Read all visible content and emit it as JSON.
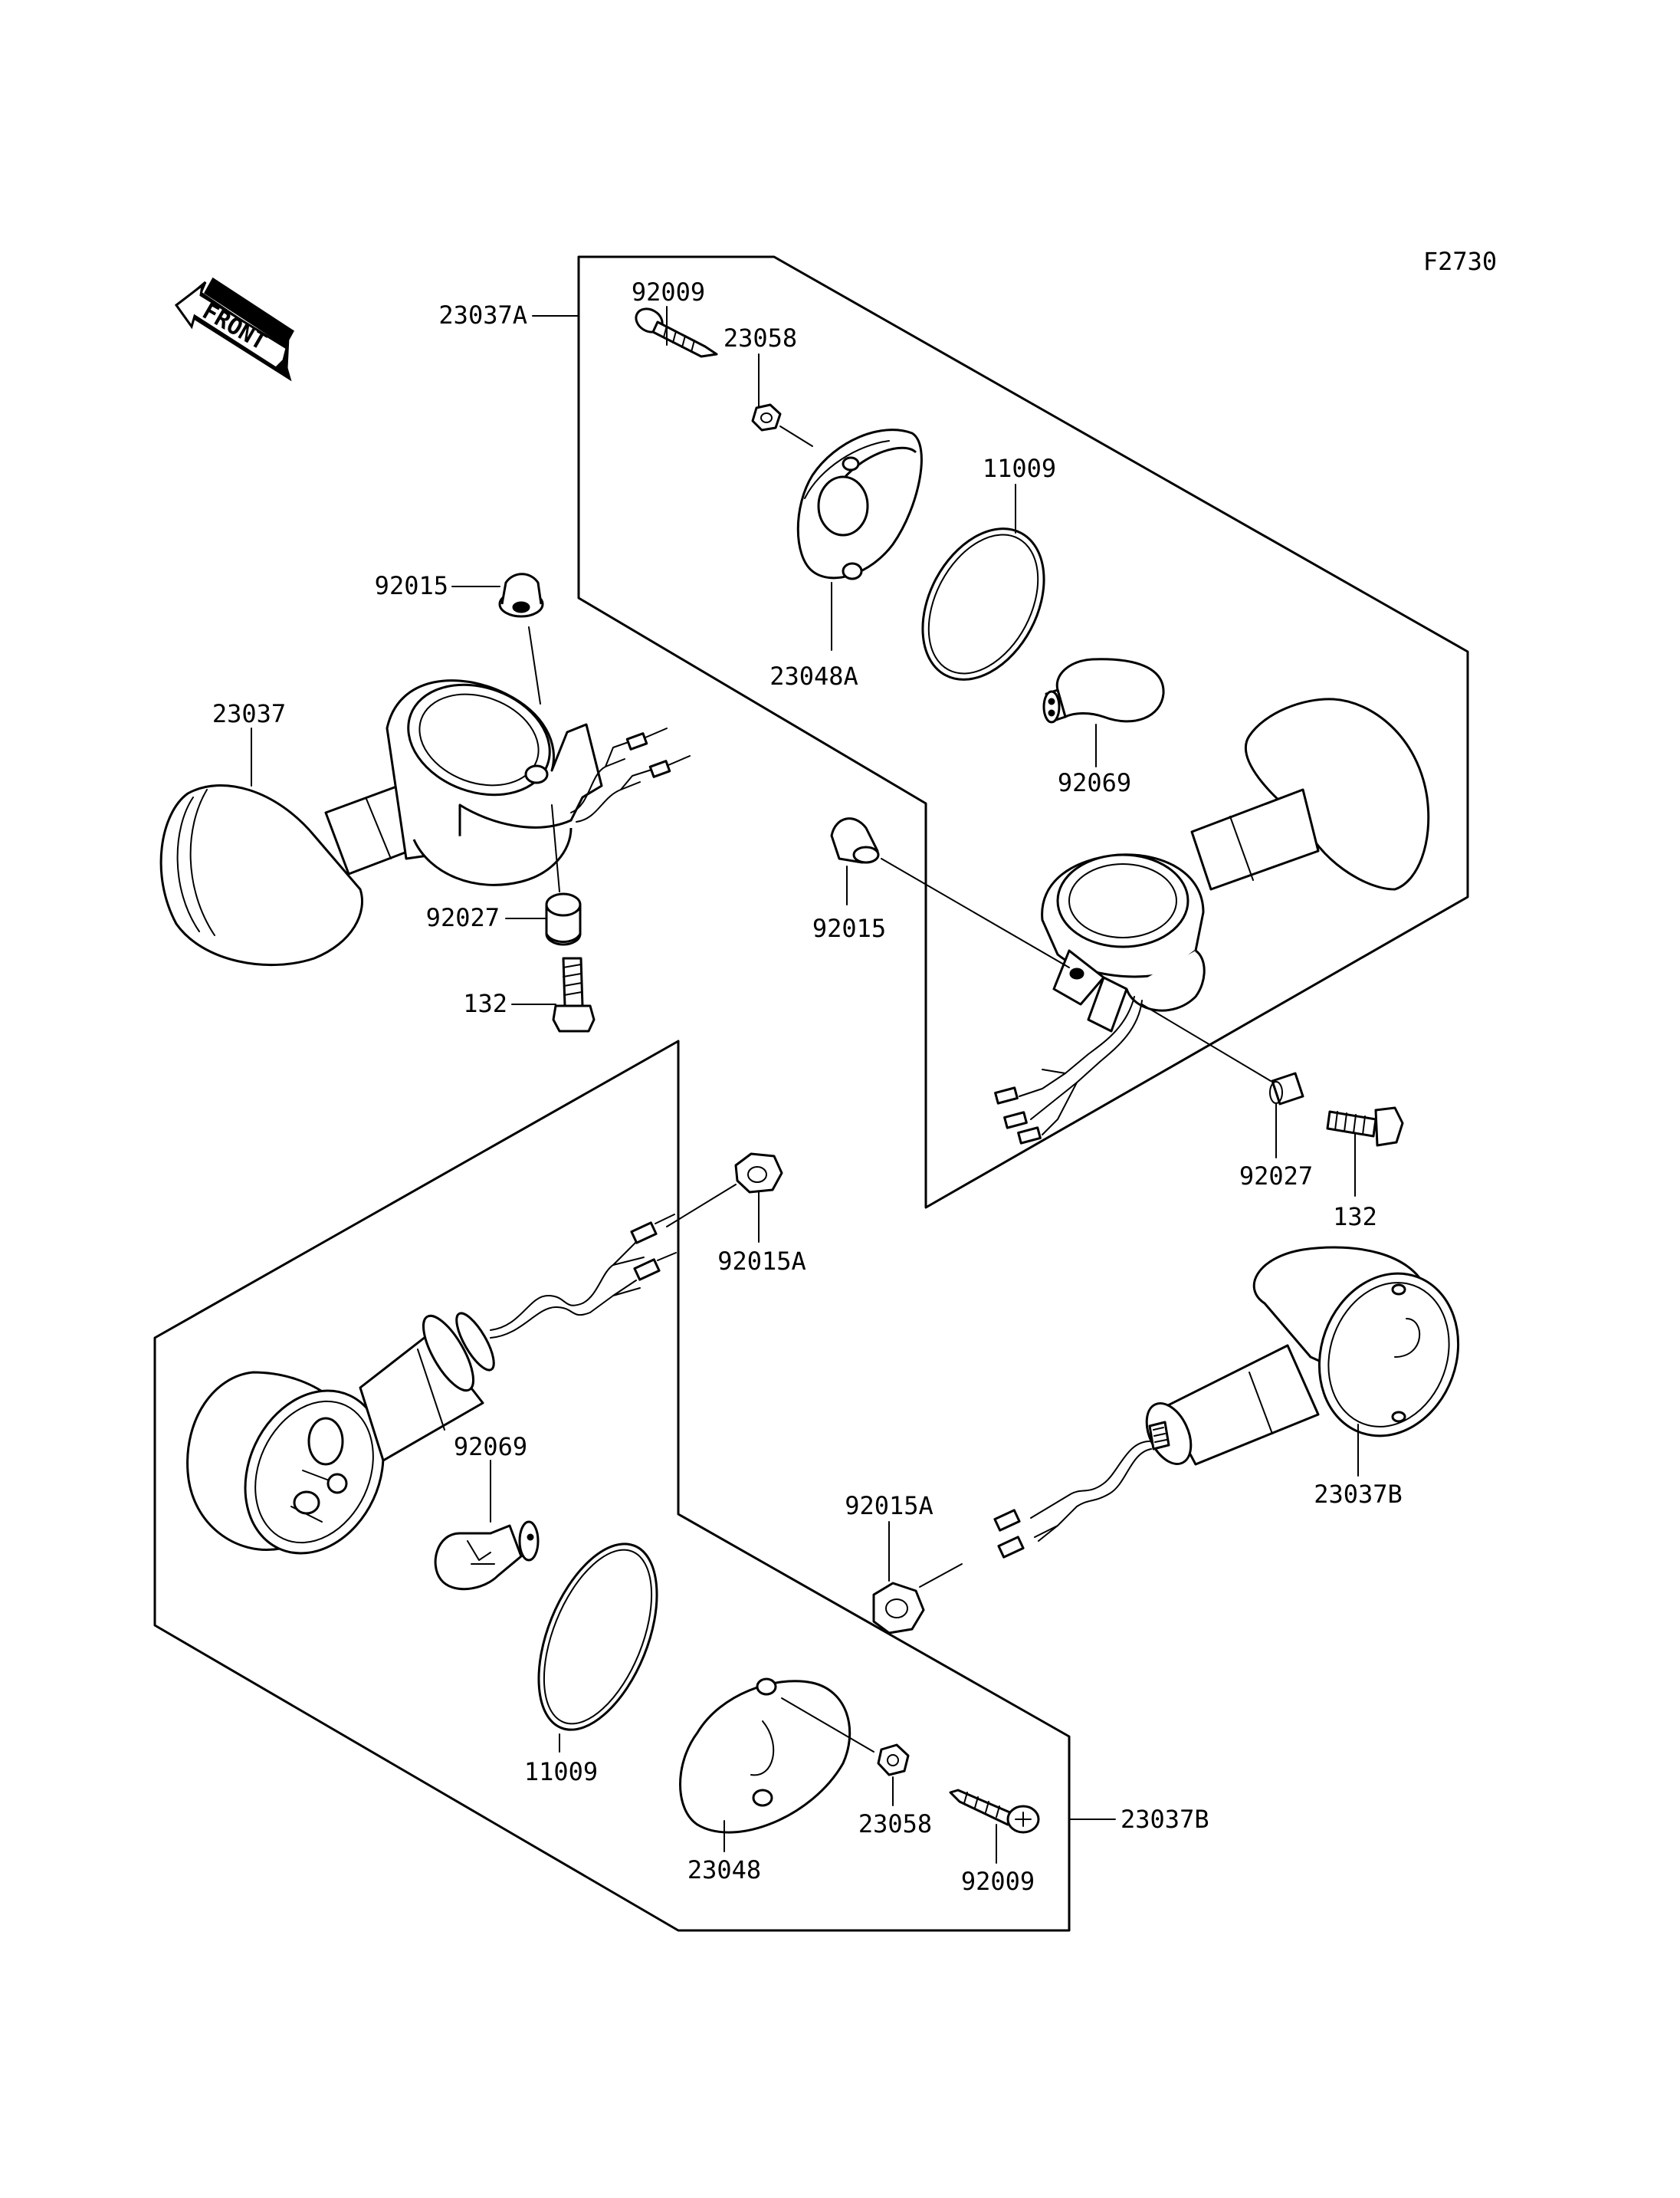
{
  "figure_code": "F2730",
  "front_label": "FRONT",
  "callouts": [
    {
      "id": "c1",
      "text": "23037A"
    },
    {
      "id": "c2",
      "text": "92009"
    },
    {
      "id": "c3",
      "text": "23058"
    },
    {
      "id": "c4",
      "text": "11009"
    },
    {
      "id": "c5",
      "text": "23048A"
    },
    {
      "id": "c6",
      "text": "92069"
    },
    {
      "id": "c7",
      "text": "92015"
    },
    {
      "id": "c8",
      "text": "23037"
    },
    {
      "id": "c9",
      "text": "92027"
    },
    {
      "id": "c10",
      "text": "132"
    },
    {
      "id": "c11",
      "text": "92015"
    },
    {
      "id": "c12",
      "text": "92027"
    },
    {
      "id": "c13",
      "text": "132"
    },
    {
      "id": "c14",
      "text": "92015A"
    },
    {
      "id": "c15",
      "text": "92069"
    },
    {
      "id": "c16",
      "text": "92015A"
    },
    {
      "id": "c17",
      "text": "23037B"
    },
    {
      "id": "c18",
      "text": "11009"
    },
    {
      "id": "c19",
      "text": "23048"
    },
    {
      "id": "c20",
      "text": "23058"
    },
    {
      "id": "c21",
      "text": "92009"
    },
    {
      "id": "c22",
      "text": "23037B"
    }
  ]
}
